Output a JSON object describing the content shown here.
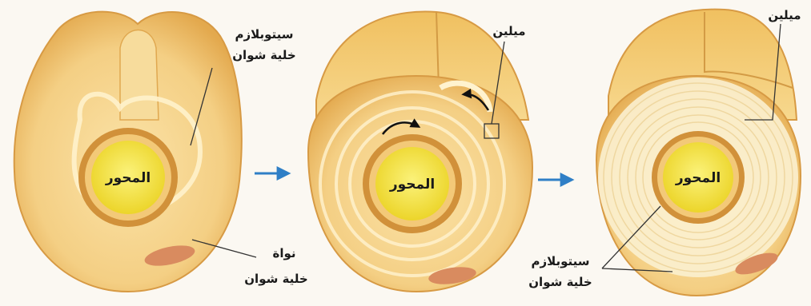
{
  "labels": {
    "axon": "المحور",
    "cytoplasm": "سيتوبلازم",
    "schwann_cell": "خلية شوان",
    "myelin": "ميلين",
    "nucleus": "نواة"
  },
  "colors": {
    "background": "#fbf8f2",
    "cell_fill": "#f4cf84",
    "cell_dark": "#e8b25a",
    "membrane": "#fff3cf",
    "axon_fill": "#f6e33a",
    "axon_ring": "#c98b2e",
    "nucleus": "#d98b5f",
    "arrow": "#2f7fc6",
    "line": "#333333"
  },
  "icons": {
    "stage_arrow": "right-arrow",
    "rotation_arrow": "curved-arrow"
  }
}
